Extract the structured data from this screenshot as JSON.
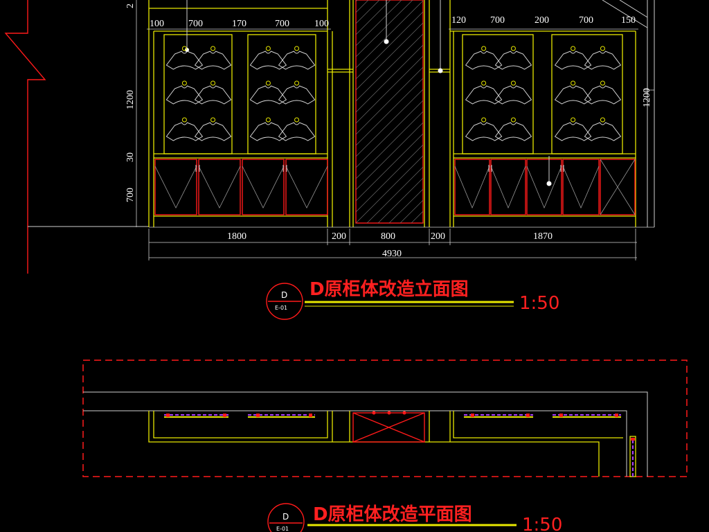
{
  "elevation": {
    "title": "D原柜体改造立面图",
    "scale": "1:50",
    "ref_letter": "D",
    "ref_sheet": "E-01",
    "top_dims_left": [
      "100",
      "700",
      "170",
      "700",
      "100"
    ],
    "top_dims_right": [
      "120",
      "700",
      "200",
      "700",
      "150"
    ],
    "left_vertical_dims": [
      "1200",
      "30",
      "700"
    ],
    "left_top_partial": "2",
    "right_vertical_dim": "1200",
    "bottom_dims": [
      "1800",
      "200",
      "800",
      "200",
      "1870"
    ],
    "total_dim": "4930"
  },
  "plan": {
    "title": "D原柜体改造平面图",
    "scale": "1:50",
    "ref_letter": "D",
    "ref_sheet": "E-01"
  },
  "colors": {
    "cabinet_lines": "#e8e800",
    "wall_lines": "#ff1a1a",
    "dimension_text": "#ffffff",
    "title_text": "#ff2020",
    "background": "#000000"
  }
}
